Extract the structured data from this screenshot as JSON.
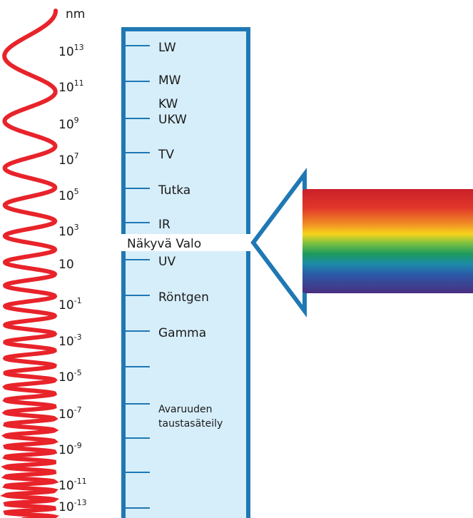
{
  "unit": "nm",
  "scale_exponents": [
    {
      "base": "10",
      "exp": "13"
    },
    {
      "base": "10",
      "exp": "11"
    },
    {
      "base": "10",
      "exp": "9"
    },
    {
      "base": "10",
      "exp": "7"
    },
    {
      "base": "10",
      "exp": "5"
    },
    {
      "base": "10",
      "exp": "3"
    },
    {
      "base": "10",
      "exp": ""
    },
    {
      "base": "10",
      "exp": "-1"
    },
    {
      "base": "10",
      "exp": "-3"
    },
    {
      "base": "10",
      "exp": "-5"
    },
    {
      "base": "10",
      "exp": "-7"
    },
    {
      "base": "10",
      "exp": "-9"
    },
    {
      "base": "10",
      "exp": "-11"
    },
    {
      "base": "10",
      "exp": "-13"
    }
  ],
  "bands": [
    {
      "label": "LW"
    },
    {
      "label": "MW"
    },
    {
      "label": "KW"
    },
    {
      "label": "UKW"
    },
    {
      "label": "TV"
    },
    {
      "label": "Tutka"
    },
    {
      "label": "IR"
    },
    {
      "label": "UV"
    },
    {
      "label": "Röntgen"
    },
    {
      "label": "Gamma"
    },
    {
      "label": "Avaruuden"
    },
    {
      "label": "taustasäteily"
    }
  ],
  "visible_light_label": "Näkyvä Valo",
  "colors": {
    "wave": "#e8232a",
    "column_border": "#1f78b4",
    "column_fill": "#d6eefa",
    "spectrum": [
      "#d42a26",
      "#e4452a",
      "#f08a25",
      "#f7d31c",
      "#7cc242",
      "#1d9a5c",
      "#1c8aa8",
      "#2a5aa8",
      "#3a3f95",
      "#4a2f80"
    ]
  }
}
